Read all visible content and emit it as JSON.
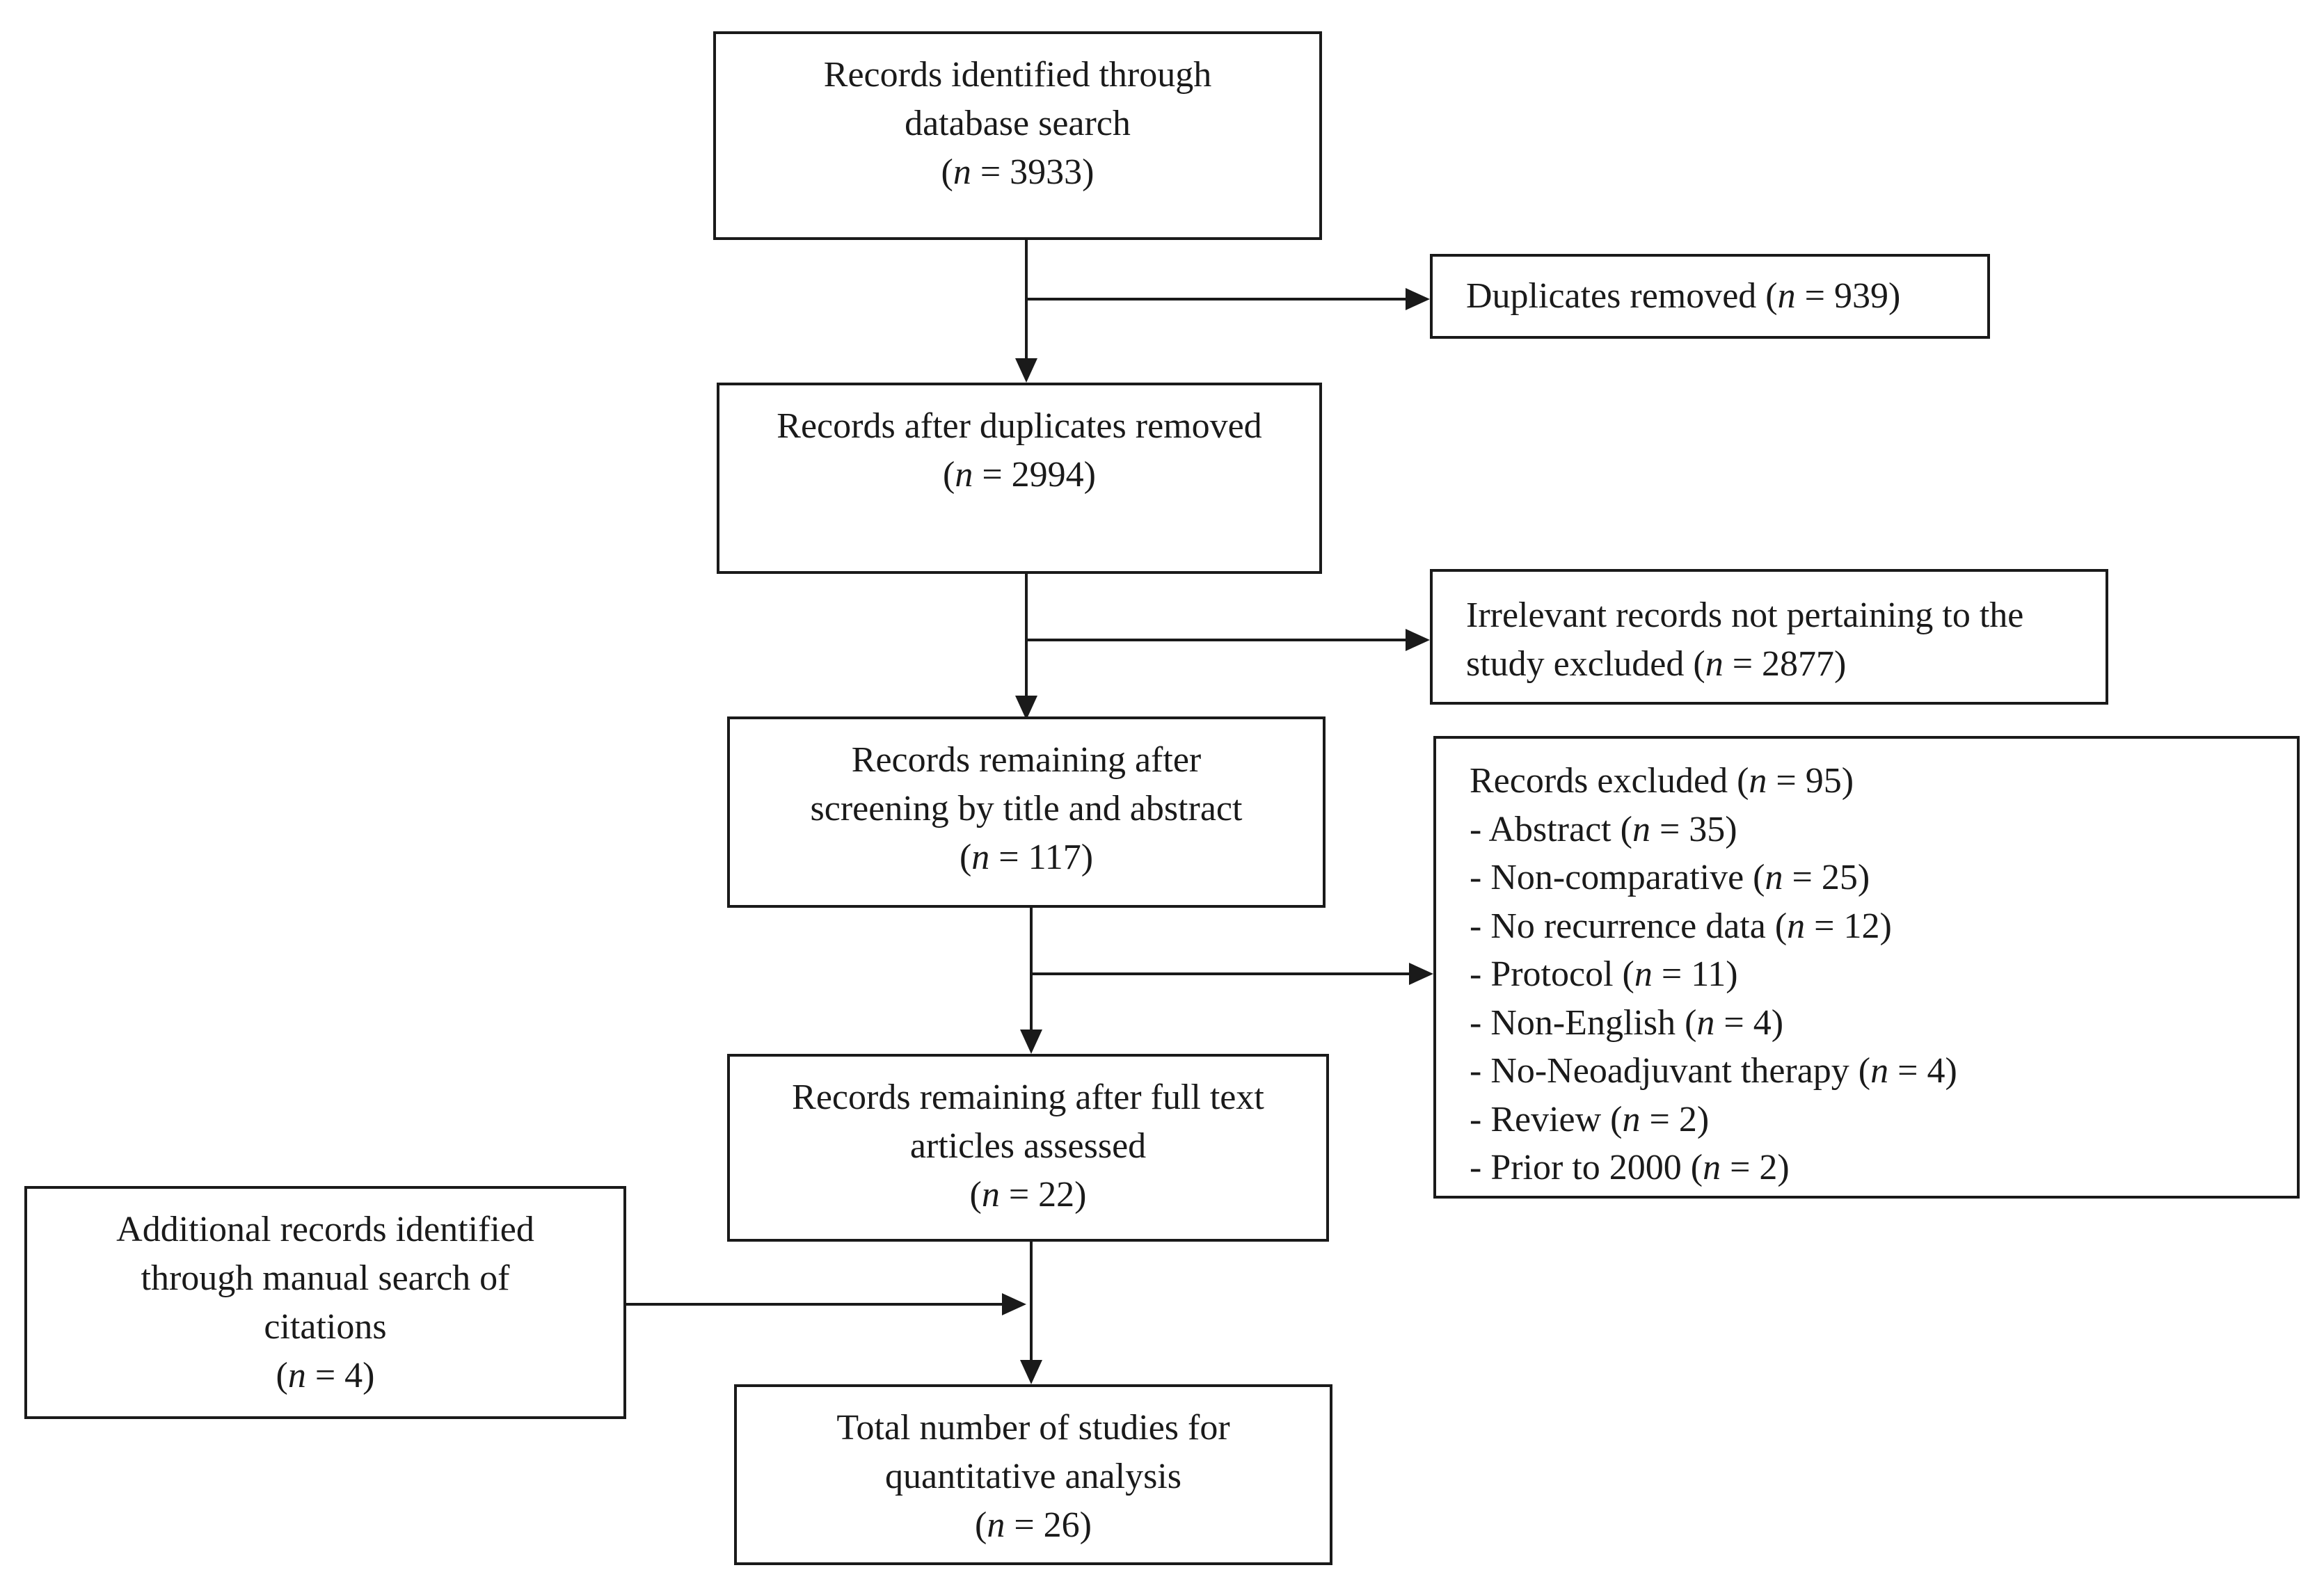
{
  "boxes": {
    "identified": {
      "lines": [
        "Records identified through",
        "database search"
      ],
      "count": "3933"
    },
    "duplicates": {
      "label": "Duplicates removed",
      "count": "939"
    },
    "after_duplicates": {
      "lines": [
        "Records after duplicates removed"
      ],
      "count": "2994"
    },
    "irrelevant": {
      "lines": [
        "Irrelevant records not pertaining to the"
      ],
      "last_prefix": "study excluded",
      "count": "2877"
    },
    "after_screening": {
      "lines": [
        "Records remaining after",
        "screening by title and abstract"
      ],
      "count": "117"
    },
    "excluded": {
      "title": "Records excluded",
      "count": "95",
      "items": [
        {
          "label": "- Abstract",
          "count": "35"
        },
        {
          "label": "- Non-comparative",
          "count": "25"
        },
        {
          "label": "- No recurrence data",
          "count": "12"
        },
        {
          "label": "- Protocol",
          "count": "11"
        },
        {
          "label": "- Non-English",
          "count": "4"
        },
        {
          "label": "- No-Neoadjuvant therapy",
          "count": "4"
        },
        {
          "label": "- Review",
          "count": "2"
        },
        {
          "label": "- Prior to 2000",
          "count": "2"
        }
      ]
    },
    "after_fulltext": {
      "lines": [
        "Records remaining after full text",
        "articles assessed"
      ],
      "count": "22"
    },
    "additional": {
      "lines": [
        "Additional records identified",
        "through manual search of",
        "citations"
      ],
      "count": "4"
    },
    "total": {
      "lines": [
        "Total number of studies for",
        "quantitative analysis"
      ],
      "count": "26"
    }
  },
  "symbols": {
    "n": "n",
    "equals": "=",
    "open_paren": "(",
    "close_paren": ")"
  }
}
